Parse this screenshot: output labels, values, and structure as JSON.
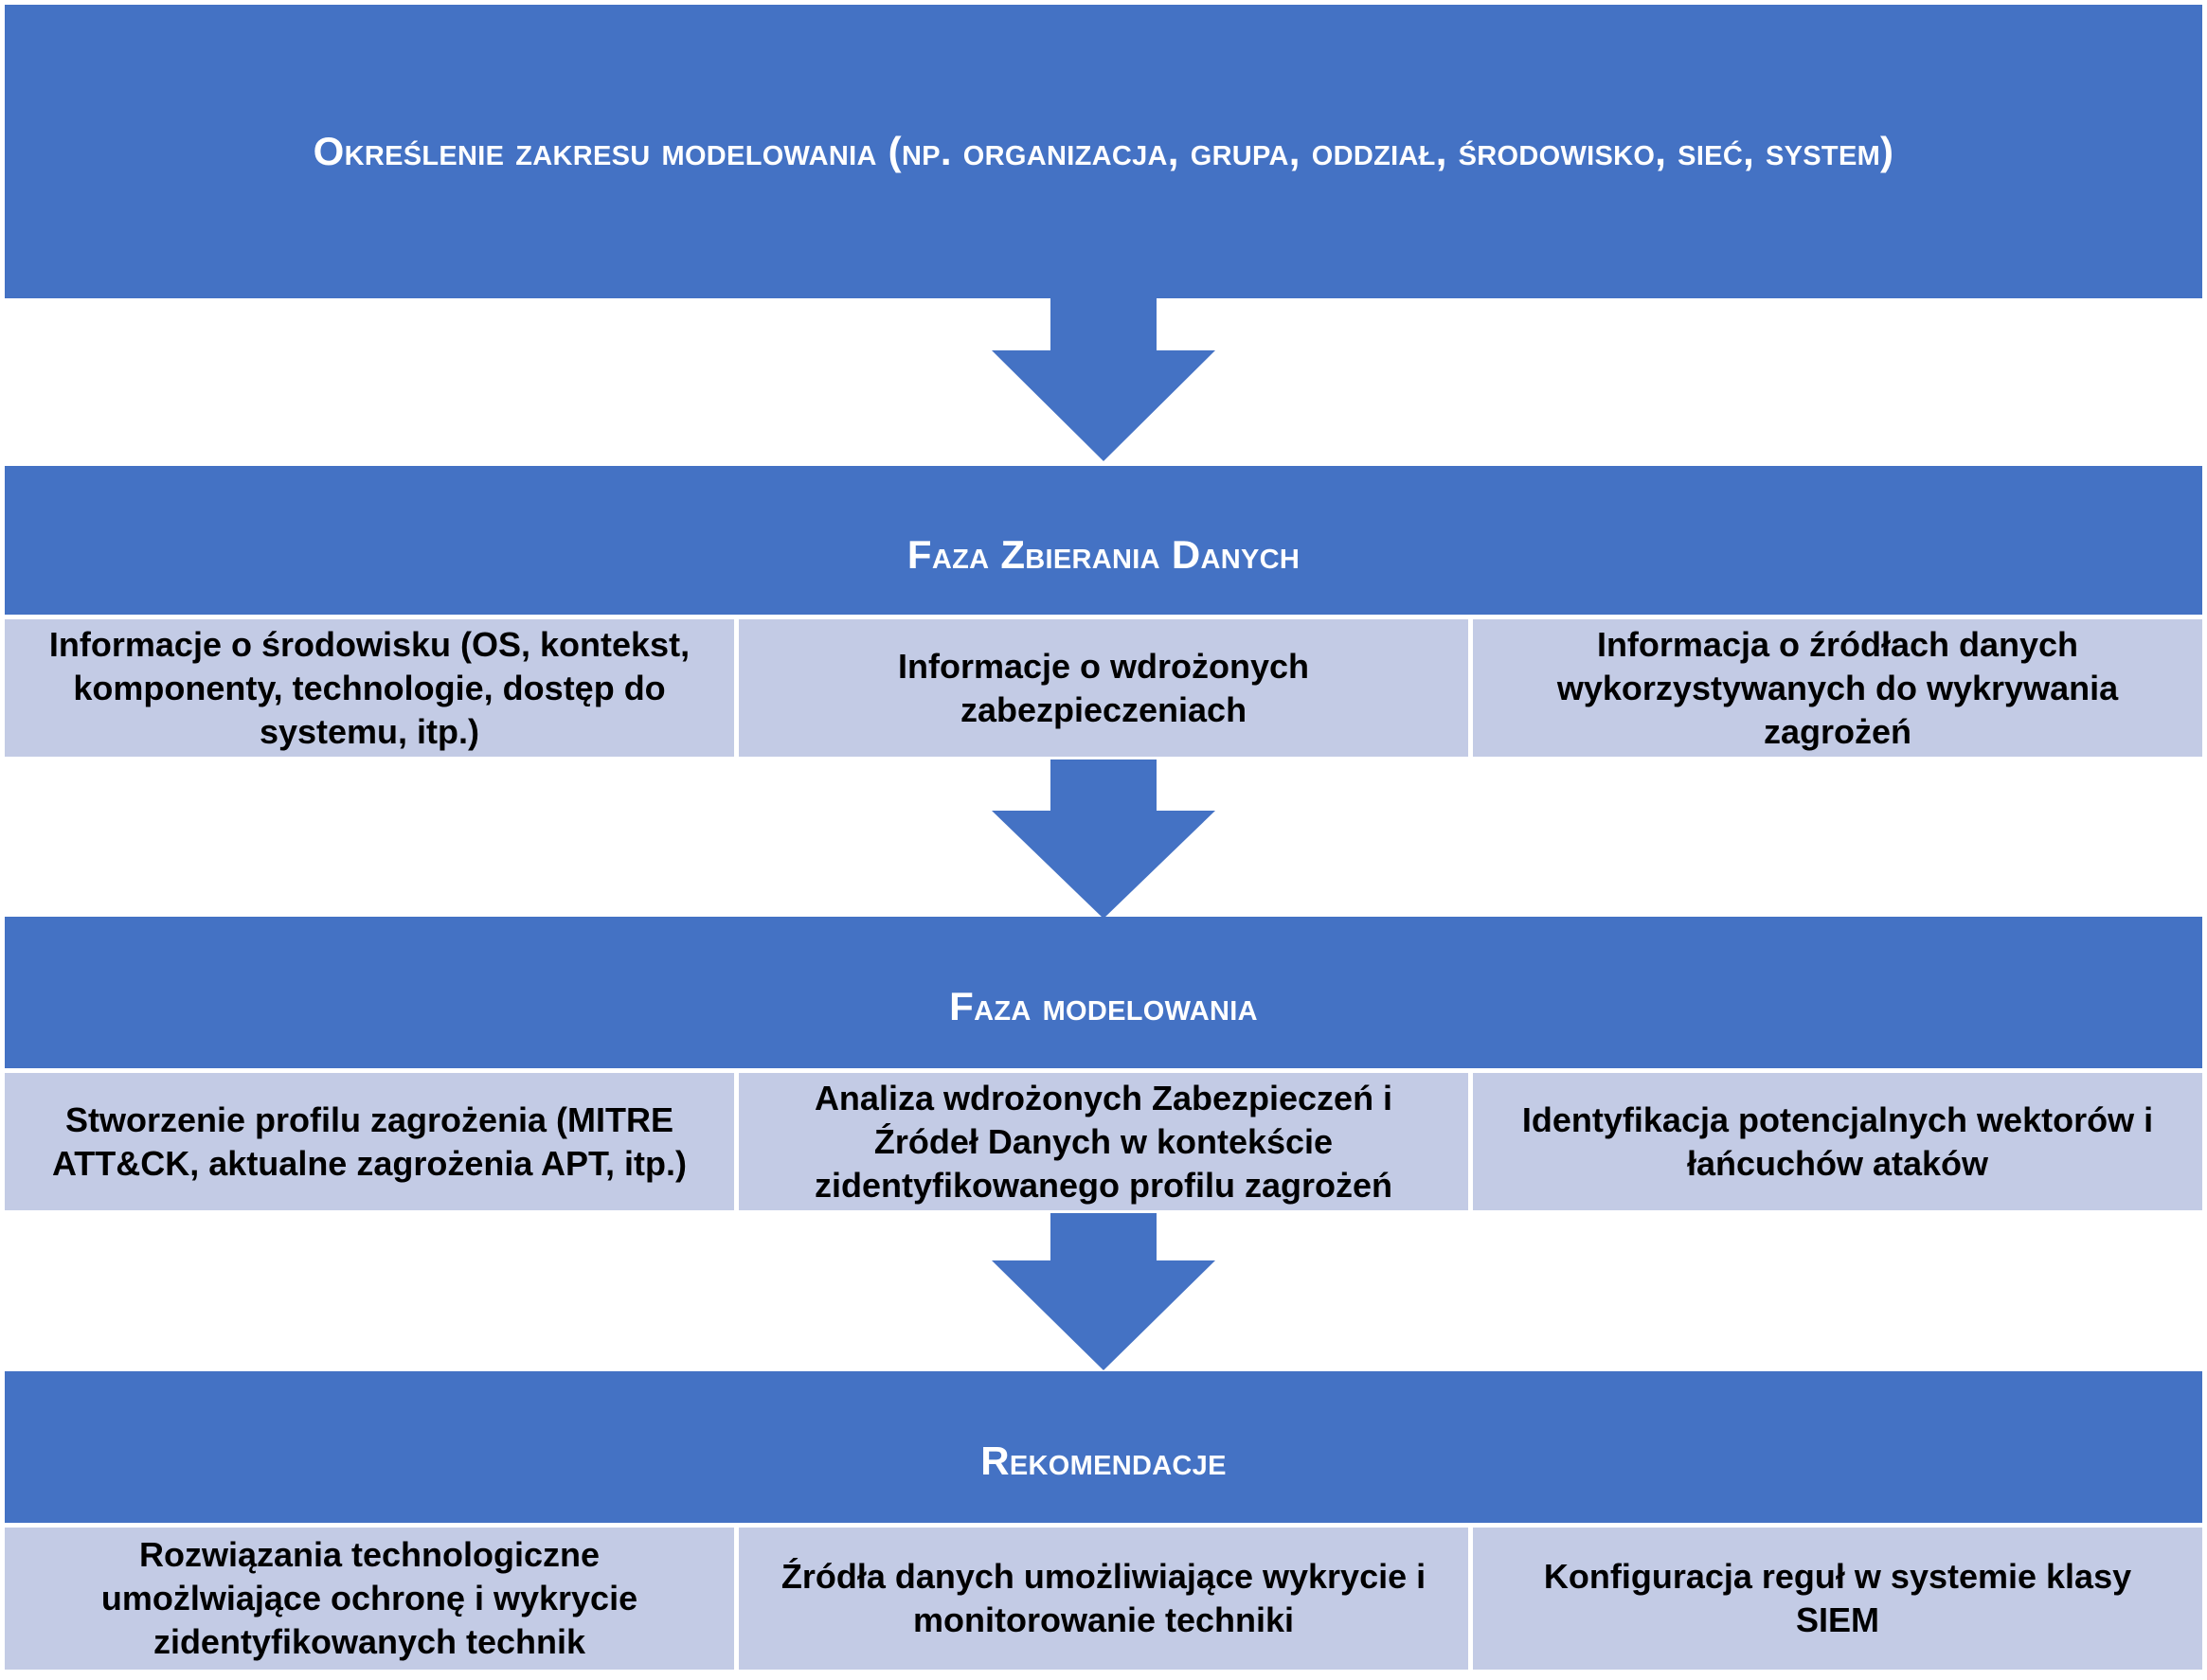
{
  "colors": {
    "band": "#4472c4",
    "cell": "#c3cbe5",
    "arrow": "#4472c4"
  },
  "scope": {
    "title": "Określenie zakresu modelowania (np. organizacja, grupa, oddział, środowisko, sieć, system)"
  },
  "data_collection": {
    "title": "Faza Zbierania Danych",
    "items": [
      "Informacje o środowisku (OS, kontekst, komponenty, technologie, dostęp do systemu, itp.)",
      "Informacje o wdrożonych zabezpieczeniach",
      "Informacja o źródłach danych wykorzystywanych do wykrywania zagrożeń"
    ]
  },
  "modeling": {
    "title": "Faza modelowania",
    "items": [
      "Stworzenie profilu zagrożenia (MITRE ATT&CK, aktualne zagrożenia APT, itp.)",
      "Analiza wdrożonych Zabezpieczeń i Źródeł Danych w kontekście zidentyfikowanego profilu zagrożeń",
      "Identyfikacja potencjalnych wektorów i łańcuchów ataków"
    ]
  },
  "recommendations": {
    "title": "Rekomendacje",
    "items": [
      "Rozwiązania technologiczne umożlwiające ochronę i wykrycie zidentyfikowanych technik",
      "Źródła danych umożliwiające wykrycie i monitorowanie techniki",
      "Konfiguracja reguł w systemie klasy SIEM"
    ]
  }
}
